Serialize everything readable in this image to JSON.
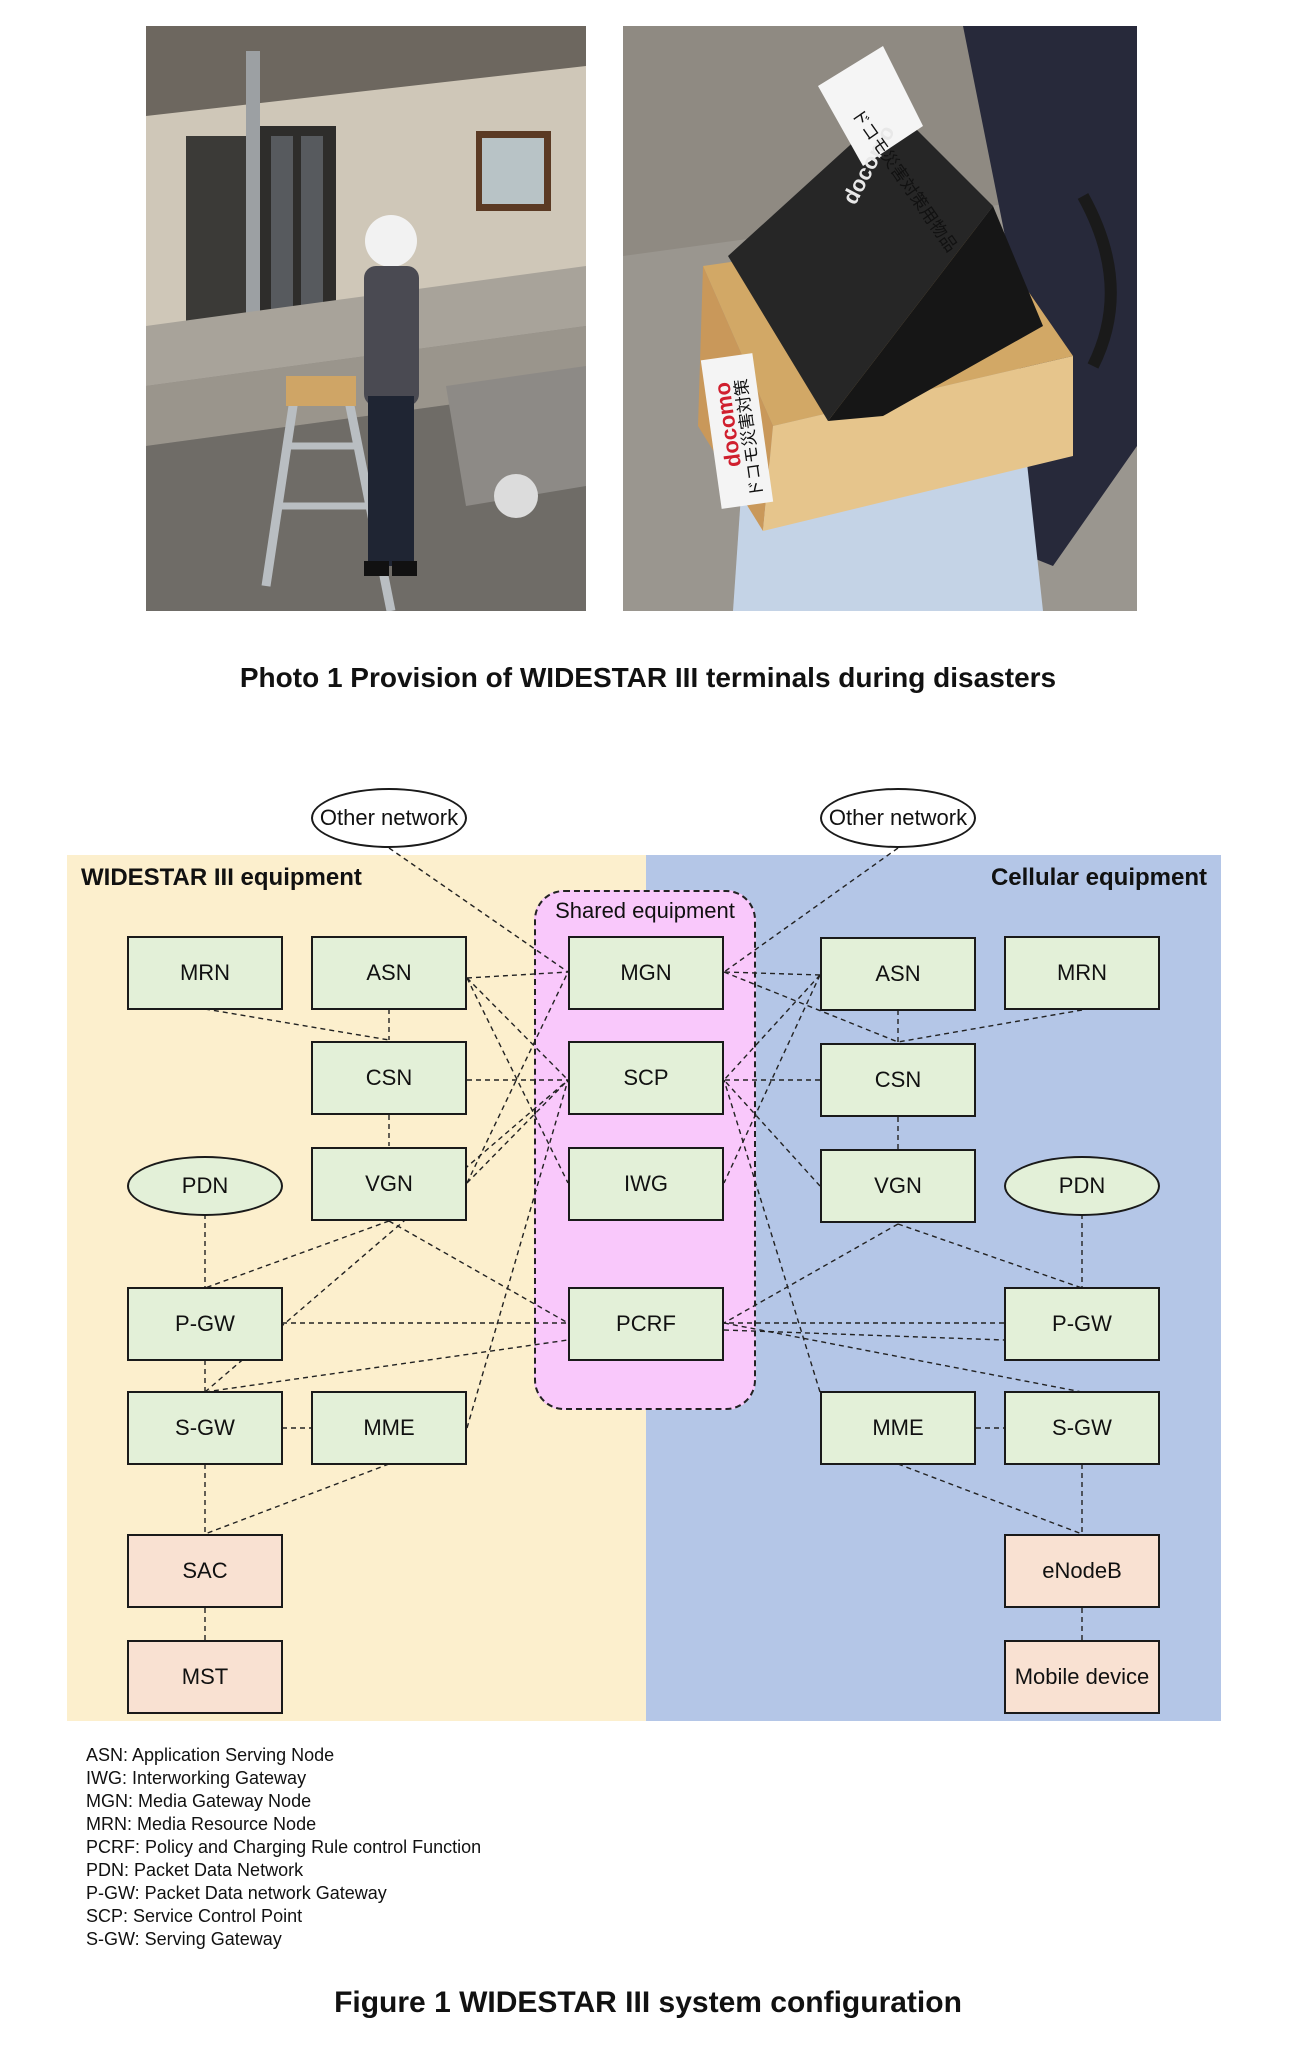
{
  "photo": {
    "caption": "Photo 1  Provision of WIDESTAR III terminals during disasters",
    "right_photo_texts": [
      "docomo",
      "ドコモ災害対策用物品",
      "docomo",
      "ドコモ災害対策"
    ]
  },
  "figure": {
    "caption": "Figure 1  WIDESTAR III system configuration",
    "left_panel_title": "WIDESTAR III equipment",
    "right_panel_title": "Cellular equipment",
    "shared_label": "Shared equipment",
    "colors": {
      "left_panel": "#fcefcd",
      "right_panel": "#b4c6e7",
      "shared": "#f9c8fb",
      "node_core": "#e3f0d8",
      "node_access": "#f9e1d2"
    },
    "nodes": {
      "other_network_left": "Other network",
      "other_network_right": "Other network",
      "w_mrn": "MRN",
      "w_asn": "ASN",
      "w_csn": "CSN",
      "w_vgn": "VGN",
      "w_pdn": "PDN",
      "w_pgw": "P-GW",
      "w_sgw": "S-GW",
      "w_mme": "MME",
      "w_sac": "SAC",
      "w_mst": "MST",
      "s_mgn": "MGN",
      "s_scp": "SCP",
      "s_iwg": "IWG",
      "s_pcrf": "PCRF",
      "c_asn": "ASN",
      "c_mrn": "MRN",
      "c_csn": "CSN",
      "c_vgn": "VGN",
      "c_pdn": "PDN",
      "c_pgw": "P-GW",
      "c_mme": "MME",
      "c_sgw": "S-GW",
      "c_enodeb": "eNodeB",
      "c_mobile": "Mobile device"
    }
  },
  "legend": [
    "ASN: Application Serving Node",
    "IWG: Interworking Gateway",
    "MGN: Media Gateway Node",
    "MRN: Media Resource Node",
    "PCRF: Policy and Charging Rule control Function",
    "PDN: Packet Data Network",
    "P-GW: Packet Data network Gateway",
    "SCP: Service Control Point",
    "S-GW: Serving Gateway"
  ]
}
